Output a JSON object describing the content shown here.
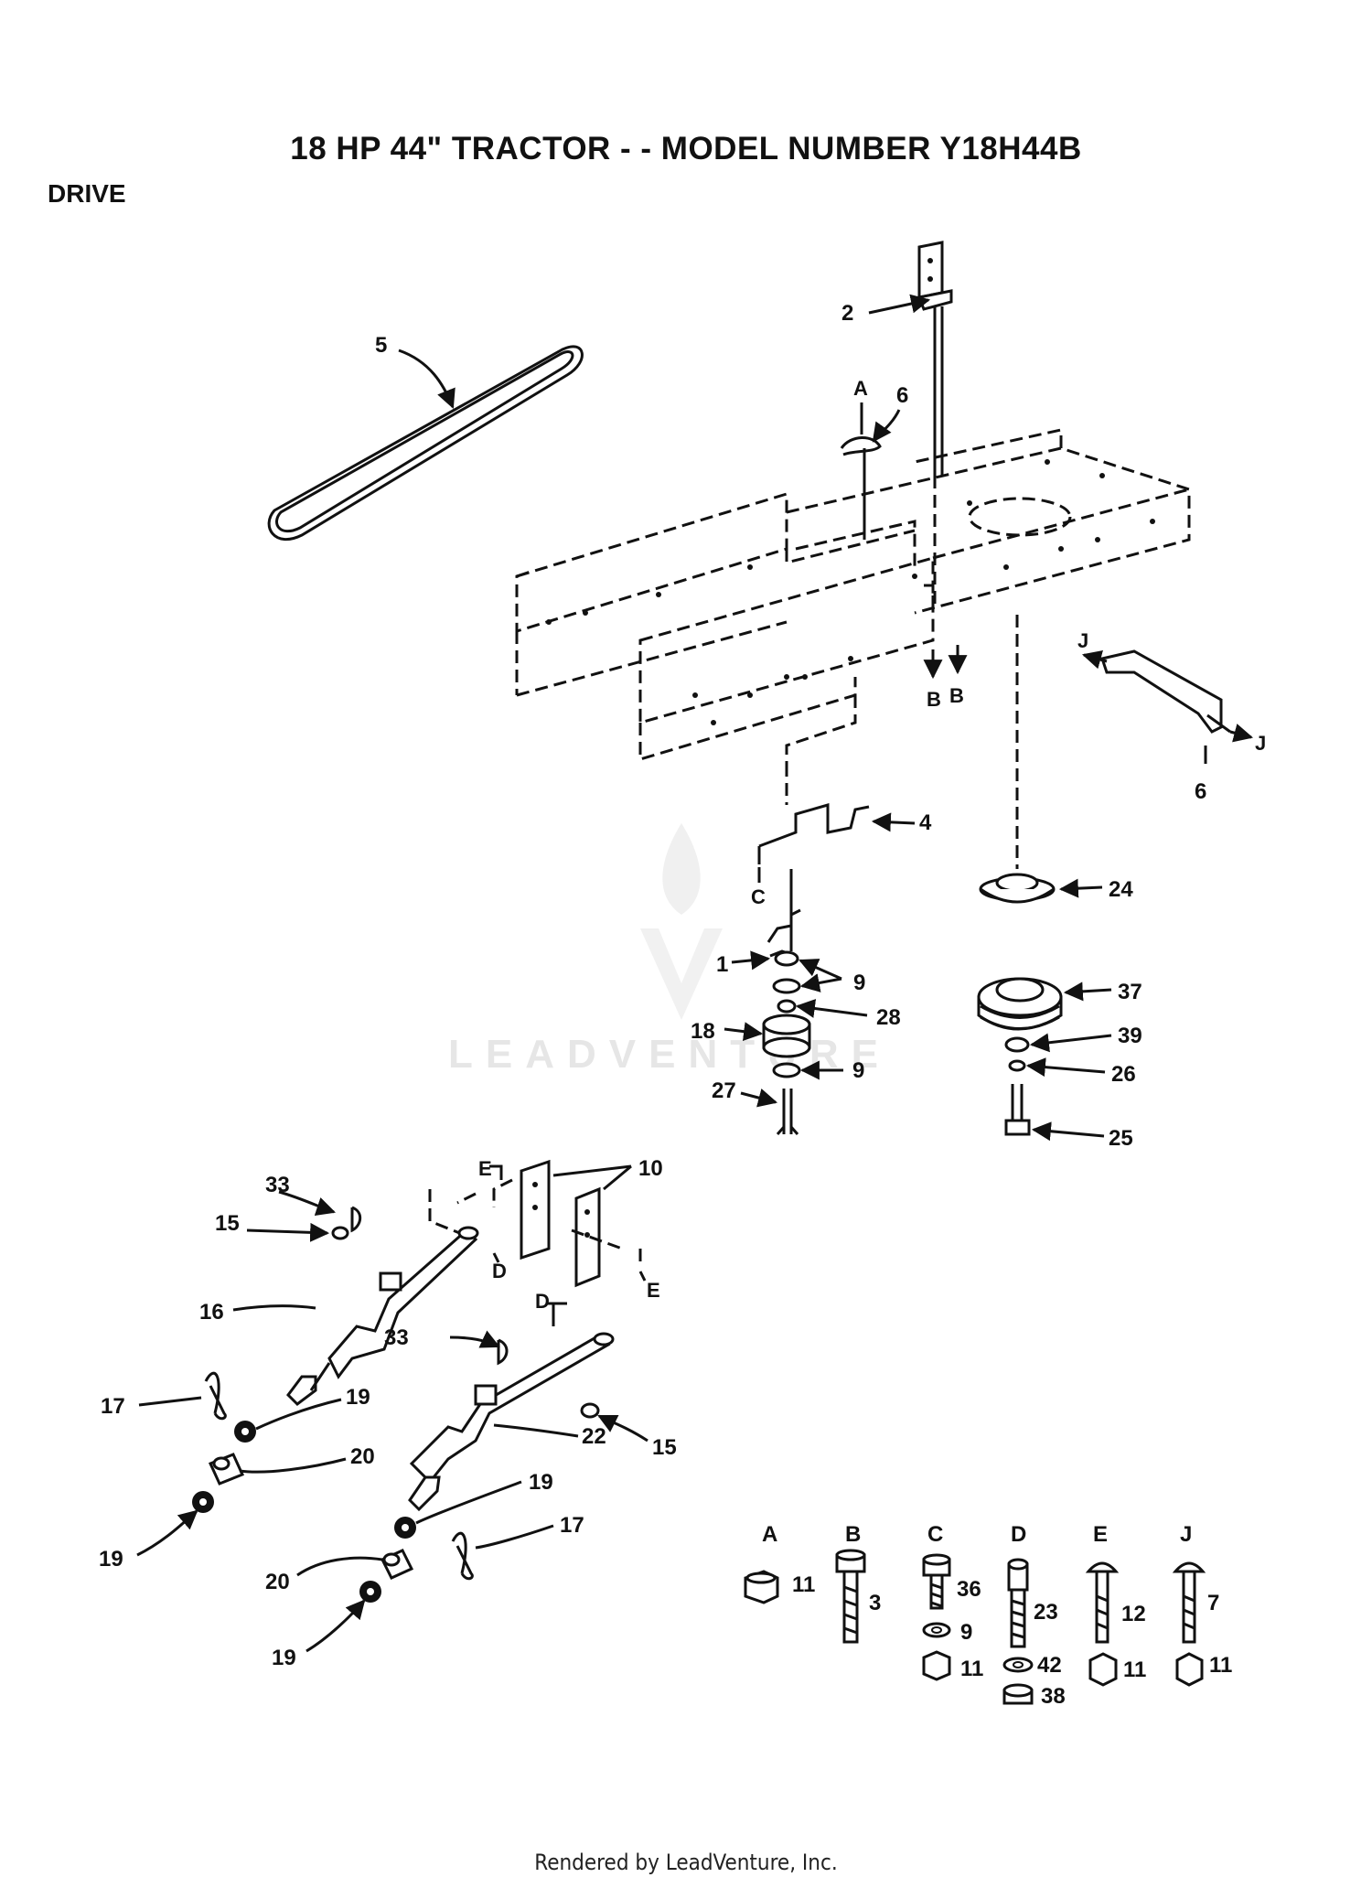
{
  "title": "18 HP 44\" TRACTOR - - MODEL NUMBER Y18H44B",
  "section": "DRIVE",
  "watermark": "LEADVENTURE",
  "footer": "Rendered by LeadVenture, Inc.",
  "callouts": {
    "c2": "2",
    "c5": "5",
    "c6a": "6",
    "A_ref": "A",
    "b1": "B",
    "b2": "B",
    "j1": "J",
    "j2": "J",
    "c6b": "6",
    "c4": "4",
    "C_ref": "C",
    "c1": "1",
    "c9a": "9",
    "c28": "28",
    "c18": "18",
    "c9b": "9",
    "c27": "27",
    "c24": "24",
    "c37": "37",
    "c39": "39",
    "c26": "26",
    "c25": "25",
    "c33a": "33",
    "c15a": "15",
    "E1": "E",
    "c10": "10",
    "D1": "D",
    "E2": "E",
    "c16": "16",
    "D2": "D",
    "c33b": "33",
    "c17a": "17",
    "c19a": "19",
    "c22": "22",
    "c15b": "15",
    "c20a": "20",
    "c19b": "19",
    "c19c": "19",
    "c17b": "17",
    "c20b": "20",
    "c19d": "19"
  },
  "hardware_key": [
    {
      "letter": "A",
      "parts": [
        "11"
      ]
    },
    {
      "letter": "B",
      "parts": [
        "3"
      ]
    },
    {
      "letter": "C",
      "parts": [
        "36",
        "9",
        "11"
      ]
    },
    {
      "letter": "D",
      "parts": [
        "23",
        "42",
        "38"
      ]
    },
    {
      "letter": "E",
      "parts": [
        "12",
        "11"
      ]
    },
    {
      "letter": "J",
      "parts": [
        "7",
        "11"
      ]
    }
  ]
}
